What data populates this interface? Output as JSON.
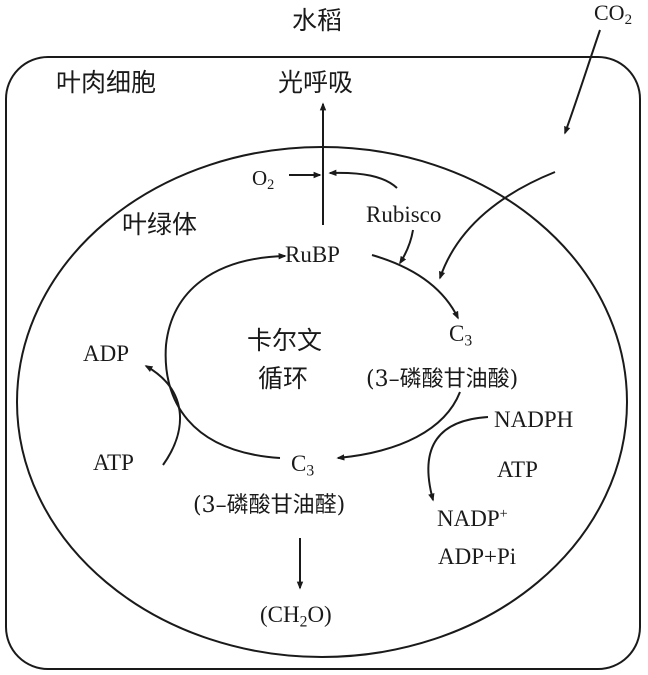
{
  "labels": {
    "plant": "水稻",
    "co2_main": "CO",
    "co2_sub": "2",
    "mesophyll_cell": "叶肉细胞",
    "photorespiration": "光呼吸",
    "o2_main": "O",
    "o2_sub": "2",
    "chloroplast": "叶绿体",
    "rubisco": "Rubisco",
    "rubp": "RuBP",
    "c3_top_main": "C",
    "c3_top_sub": "3",
    "c3_top_name": "(3–磷酸甘油酸)",
    "calvin_line1": "卡尔文",
    "calvin_line2": "循环",
    "adp": "ADP",
    "atp_left": "ATP",
    "nadph": "NADPH",
    "atp_right": "ATP",
    "c3_bottom_main": "C",
    "c3_bottom_sub": "3",
    "c3_bottom_name": "(3–磷酸甘油醛)",
    "nadp_main": "NADP",
    "nadp_sup": "+",
    "adp_pi": "ADP+Pi",
    "ch2o_open": "(CH",
    "ch2o_sub": "2",
    "ch2o_close": "O)"
  }
}
